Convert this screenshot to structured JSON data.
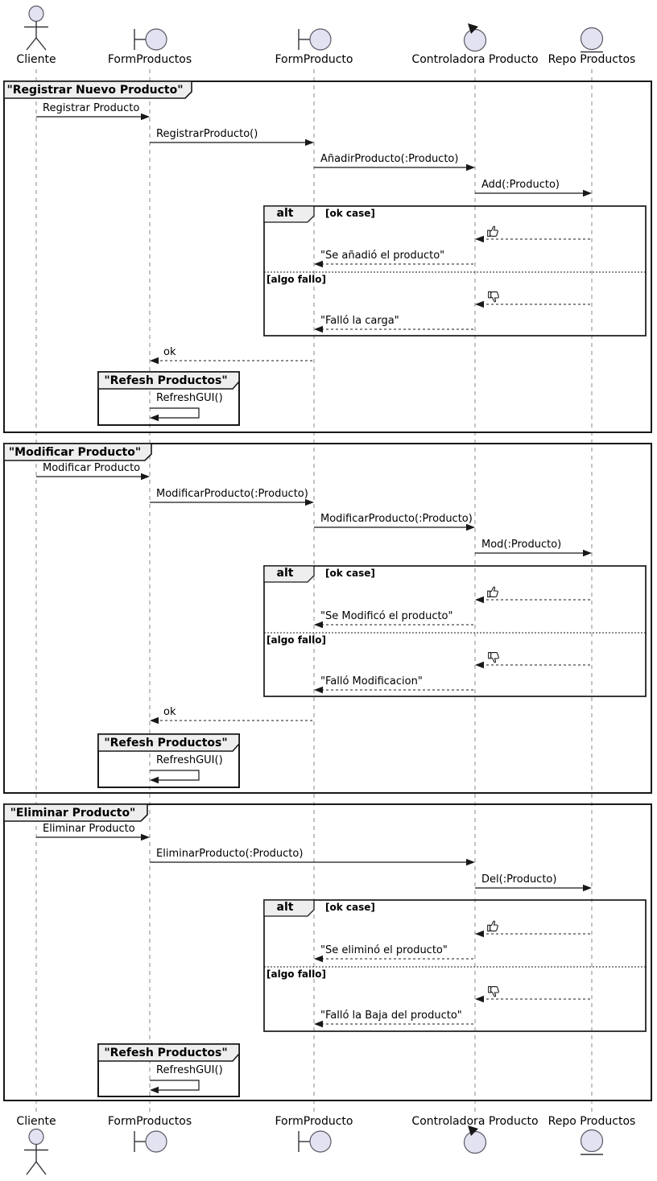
{
  "participants": [
    {
      "name": "Cliente",
      "type": "actor",
      "icon": "actor-icon"
    },
    {
      "name": "FormProductos",
      "type": "boundary",
      "icon": "boundary-icon"
    },
    {
      "name": "FormProducto",
      "type": "boundary",
      "icon": "boundary-icon"
    },
    {
      "name": "Controladora Producto",
      "type": "control",
      "icon": "control-icon"
    },
    {
      "name": "Repo Productos",
      "type": "entity",
      "icon": "entity-icon"
    }
  ],
  "alt": {
    "operator": "alt",
    "ok_guard": "[ok case]",
    "fail_guard": "[algo fallo]"
  },
  "refresh": {
    "title": "\"Refesh Productos\"",
    "message": "RefreshGUI()"
  },
  "icons": {
    "ok_result": "thumbs-up-icon",
    "fail_result": "thumbs-down-icon"
  },
  "frames": [
    {
      "title": "\"Registrar Nuevo Producto\"",
      "messages": {
        "m1": "Registrar Producto",
        "m2": "RegistrarProducto()",
        "m3": "AñadirProducto(:Producto)",
        "m4": "Add(:Producto)",
        "ok_result": "\"Se añadió el producto\"",
        "fail_result": "\"Falló la carga\"",
        "return": "ok"
      }
    },
    {
      "title": "\"Modificar Producto\"",
      "messages": {
        "m1": "Modificar Producto",
        "m2": "ModificarProducto(:Producto)",
        "m3": "ModificarProducto(:Producto)",
        "m4": "Mod(:Producto)",
        "ok_result": "\"Se Modificó el producto\"",
        "fail_result": "\"Falló Modificacion\"",
        "return": "ok"
      }
    },
    {
      "title": "\"Eliminar Producto\"",
      "messages": {
        "m1": "Eliminar Producto",
        "m2": "EliminarProducto(:Producto)",
        "m3": "Del(:Producto)",
        "ok_result": "\"Se eliminó el producto\"",
        "fail_result": "\"Falló la Baja del producto\""
      }
    }
  ],
  "colors": {
    "line": "#181818",
    "lifeline": "#8a8a8a",
    "icon_fill": "#e2e2f0",
    "frame_label_bg": "#eeeeee",
    "background": "#ffffff"
  }
}
